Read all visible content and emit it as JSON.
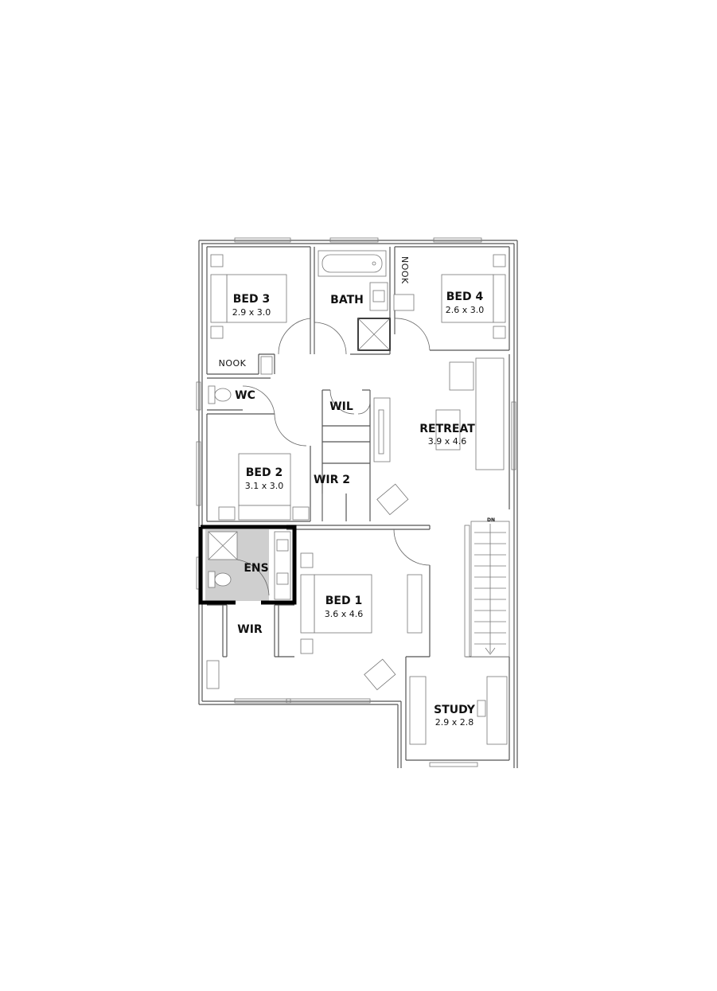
{
  "rooms": {
    "bed3": {
      "label": "BED 3",
      "dims": "2.9 x 3.0"
    },
    "bath": {
      "label": "BATH"
    },
    "bed4": {
      "label": "BED 4",
      "dims": "2.6 x 3.0"
    },
    "nook_left": {
      "label": "NOOK"
    },
    "nook_right": {
      "label": "NOOK"
    },
    "wc": {
      "label": "WC"
    },
    "wil": {
      "label": "WIL"
    },
    "retreat": {
      "label": "RETREAT",
      "dims": "3.9 x 4.6"
    },
    "bed2": {
      "label": "BED 2",
      "dims": "3.1 x 3.0"
    },
    "wir2": {
      "label": "WIR 2"
    },
    "ens": {
      "label": "ENS"
    },
    "bed1": {
      "label": "BED 1",
      "dims": "3.6 x 4.6"
    },
    "wir": {
      "label": "WIR"
    },
    "study": {
      "label": "STUDY",
      "dims": "2.9 x 2.8"
    }
  },
  "stairs": {
    "label": "DN"
  },
  "colors": {
    "ensuite_wall": "#000000",
    "ensuite_fill": "#cfcfcf"
  }
}
